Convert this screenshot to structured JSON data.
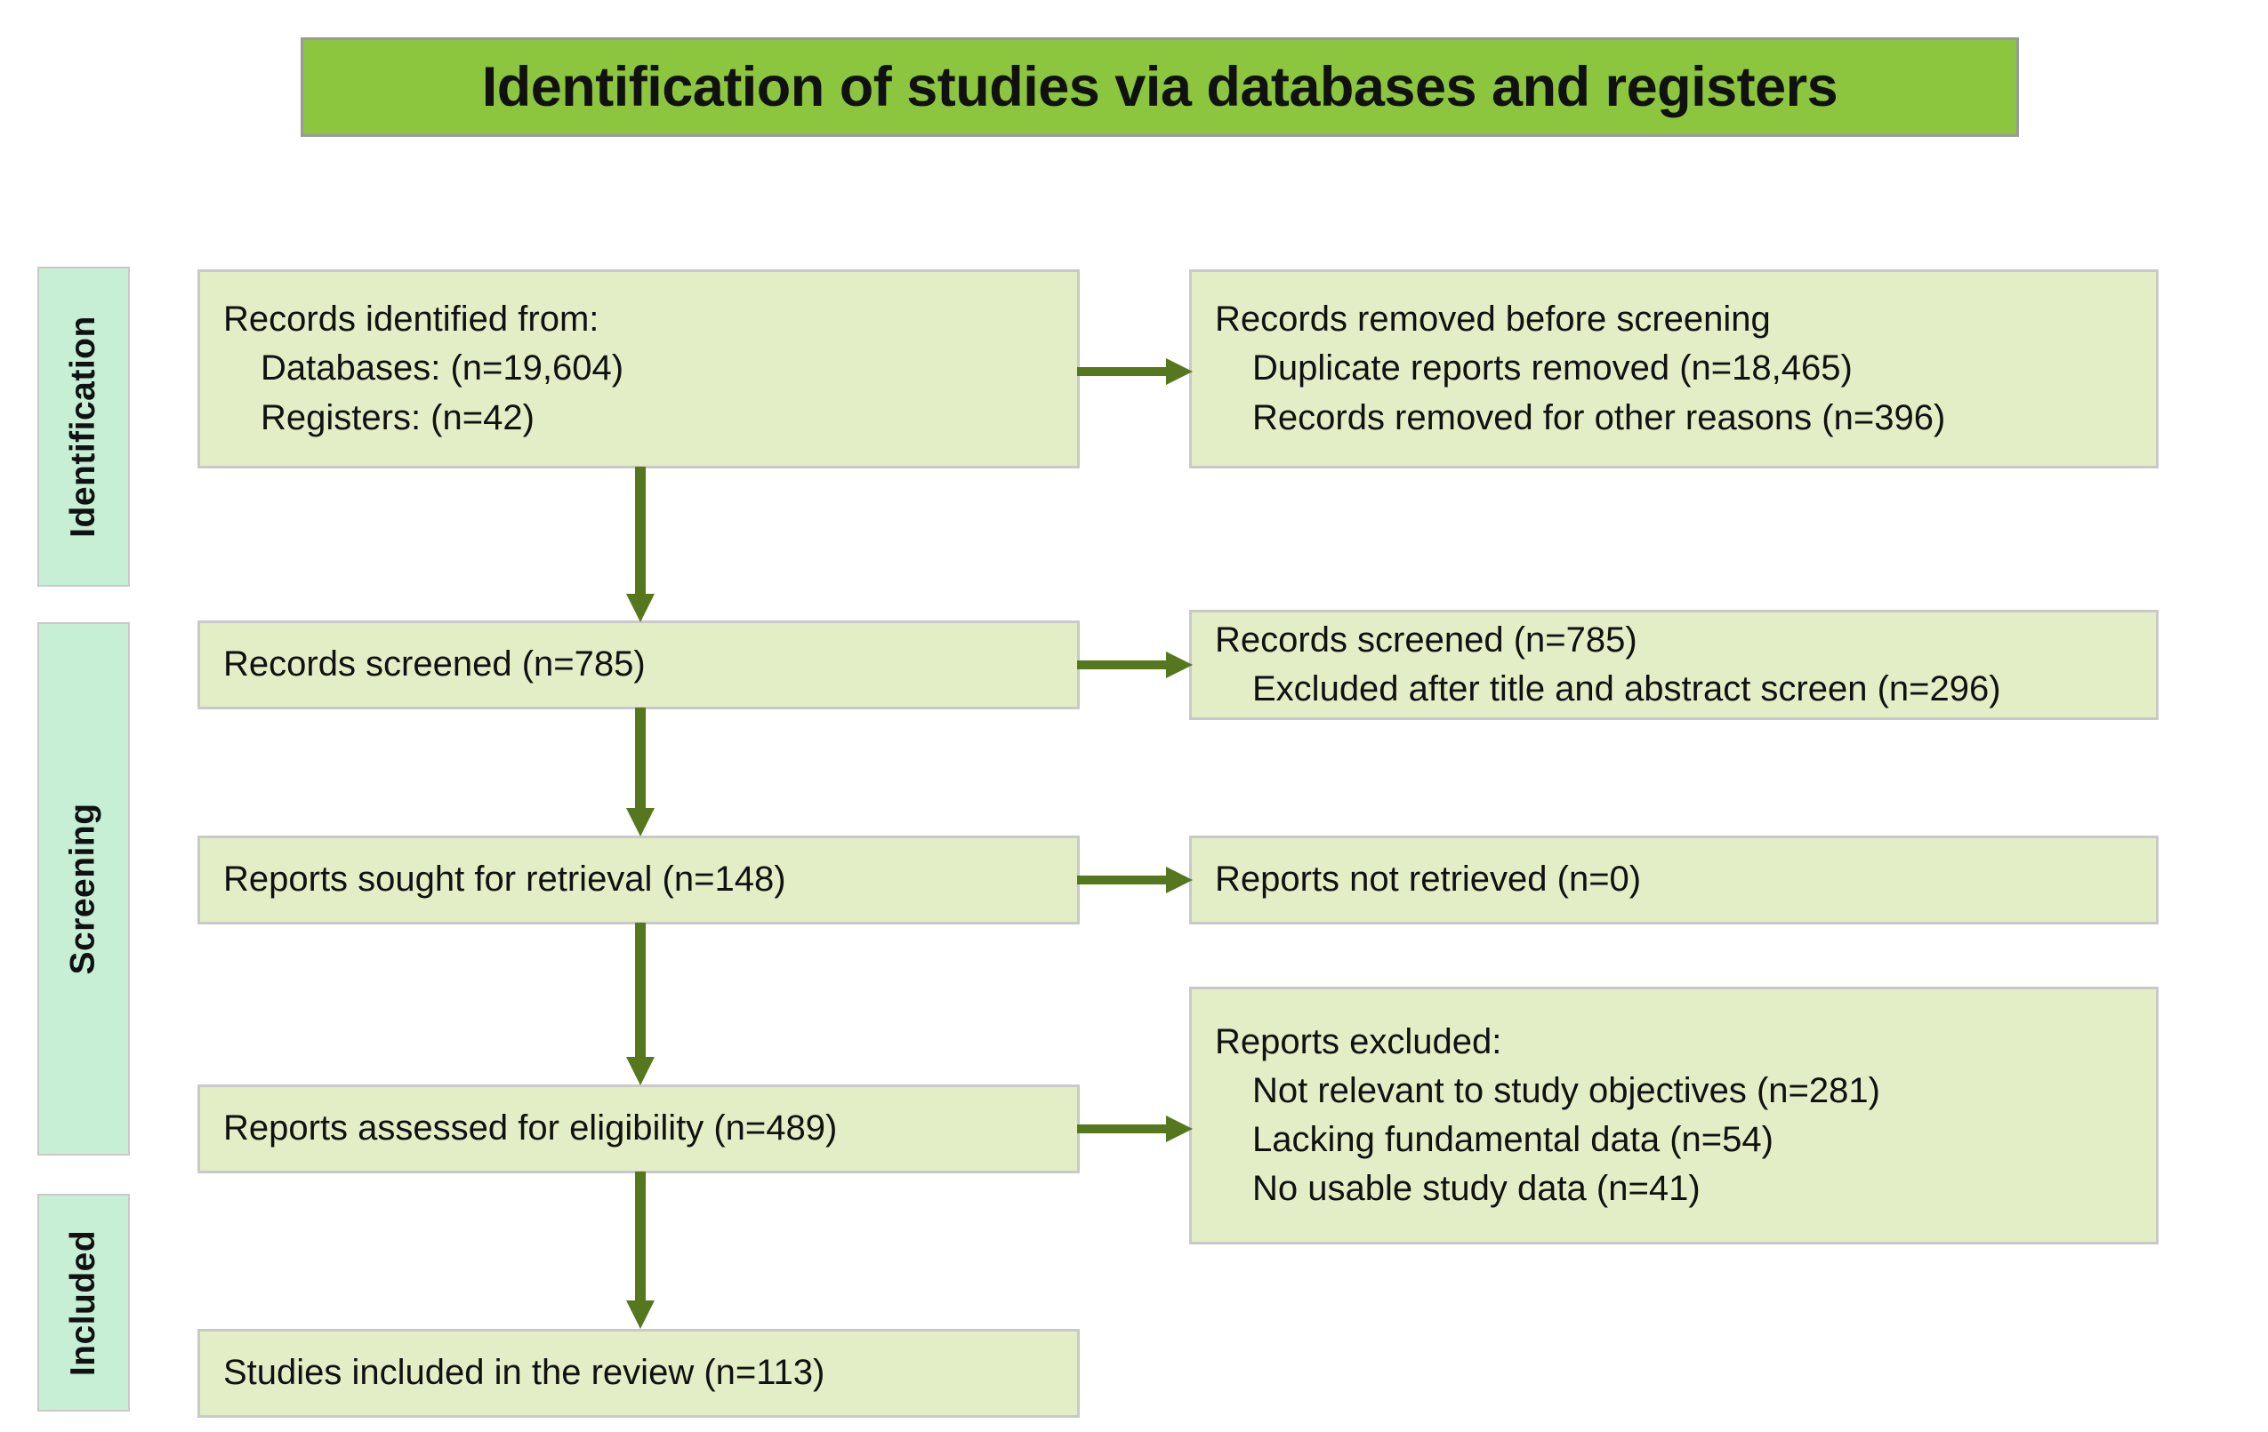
{
  "title": {
    "text": "Identification of studies via databases and registers",
    "background_color": "#8CC63E",
    "border_color": "#9A9A9A"
  },
  "colors": {
    "box_fill": "#E3EEC6",
    "box_border": "#C9C9C9",
    "stage_label_fill": "#C6EFD6",
    "arrow": "#55781F",
    "text": "#111111"
  },
  "stages": [
    {
      "id": "identification",
      "label": "Identification"
    },
    {
      "id": "screening",
      "label": "Screening"
    },
    {
      "id": "included",
      "label": "Included"
    }
  ],
  "boxes": {
    "identified": {
      "lines": [
        "Records identified from:",
        "Databases: (n=19,604)",
        "Registers: (n=42)"
      ]
    },
    "removed": {
      "lines": [
        "Records removed before screening",
        "Duplicate reports removed  (n=18,465)",
        "Records removed for other reasons (n=396)"
      ]
    },
    "screened": {
      "lines": [
        "Records screened (n=785)"
      ]
    },
    "excluded_screen": {
      "lines": [
        "Records screened (n=785)",
        "Excluded after title and abstract screen (n=296)"
      ]
    },
    "sought": {
      "lines": [
        "Reports sought for retrieval (n=148)"
      ]
    },
    "not_retrieved": {
      "lines": [
        "Reports not retrieved (n=0)"
      ]
    },
    "assessed": {
      "lines": [
        "Reports assessed for eligibility (n=489)"
      ]
    },
    "reports_excluded": {
      "lines": [
        "Reports excluded:",
        "Not relevant to study objectives (n=281)",
        "Lacking fundamental data (n=54)",
        "No usable study data (n=41)"
      ]
    },
    "included": {
      "lines": [
        "Studies included in the review (n=113)"
      ]
    }
  },
  "chart_data": {
    "type": "diagram",
    "diagram_kind": "PRISMA flow diagram",
    "title": "Identification of studies via databases and registers",
    "nodes": [
      {
        "id": "identified",
        "stage": "Identification",
        "column": "left",
        "label": "Records identified from: Databases: (n=19,604); Registers: (n=42)",
        "counts": {
          "databases": 19604,
          "registers": 42
        }
      },
      {
        "id": "removed",
        "stage": "Identification",
        "column": "right",
        "label": "Records removed before screening",
        "counts": {
          "duplicate_reports_removed": 18465,
          "removed_other_reasons": 396
        }
      },
      {
        "id": "screened",
        "stage": "Screening",
        "column": "left",
        "label": "Records screened",
        "counts": {
          "n": 785
        }
      },
      {
        "id": "excluded_screen",
        "stage": "Screening",
        "column": "right",
        "label": "Records screened (n=785); Excluded after title and abstract screen",
        "counts": {
          "screened": 785,
          "excluded_title_abstract": 296
        }
      },
      {
        "id": "sought",
        "stage": "Screening",
        "column": "left",
        "label": "Reports sought for retrieval",
        "counts": {
          "n": 148
        }
      },
      {
        "id": "not_retrieved",
        "stage": "Screening",
        "column": "right",
        "label": "Reports not retrieved",
        "counts": {
          "n": 0
        }
      },
      {
        "id": "assessed",
        "stage": "Screening",
        "column": "left",
        "label": "Reports assessed for eligibility",
        "counts": {
          "n": 489
        }
      },
      {
        "id": "reports_excluded",
        "stage": "Screening",
        "column": "right",
        "label": "Reports excluded",
        "counts": {
          "not_relevant_to_study_objectives": 281,
          "lacking_fundamental_data": 54,
          "no_usable_study_data": 41
        }
      },
      {
        "id": "included",
        "stage": "Included",
        "column": "left",
        "label": "Studies included in the review",
        "counts": {
          "n": 113
        }
      }
    ],
    "edges": [
      {
        "from": "identified",
        "to": "removed",
        "direction": "right"
      },
      {
        "from": "identified",
        "to": "screened",
        "direction": "down"
      },
      {
        "from": "screened",
        "to": "excluded_screen",
        "direction": "right"
      },
      {
        "from": "screened",
        "to": "sought",
        "direction": "down"
      },
      {
        "from": "sought",
        "to": "not_retrieved",
        "direction": "right"
      },
      {
        "from": "sought",
        "to": "assessed",
        "direction": "down"
      },
      {
        "from": "assessed",
        "to": "reports_excluded",
        "direction": "right"
      },
      {
        "from": "assessed",
        "to": "included",
        "direction": "down"
      }
    ]
  }
}
